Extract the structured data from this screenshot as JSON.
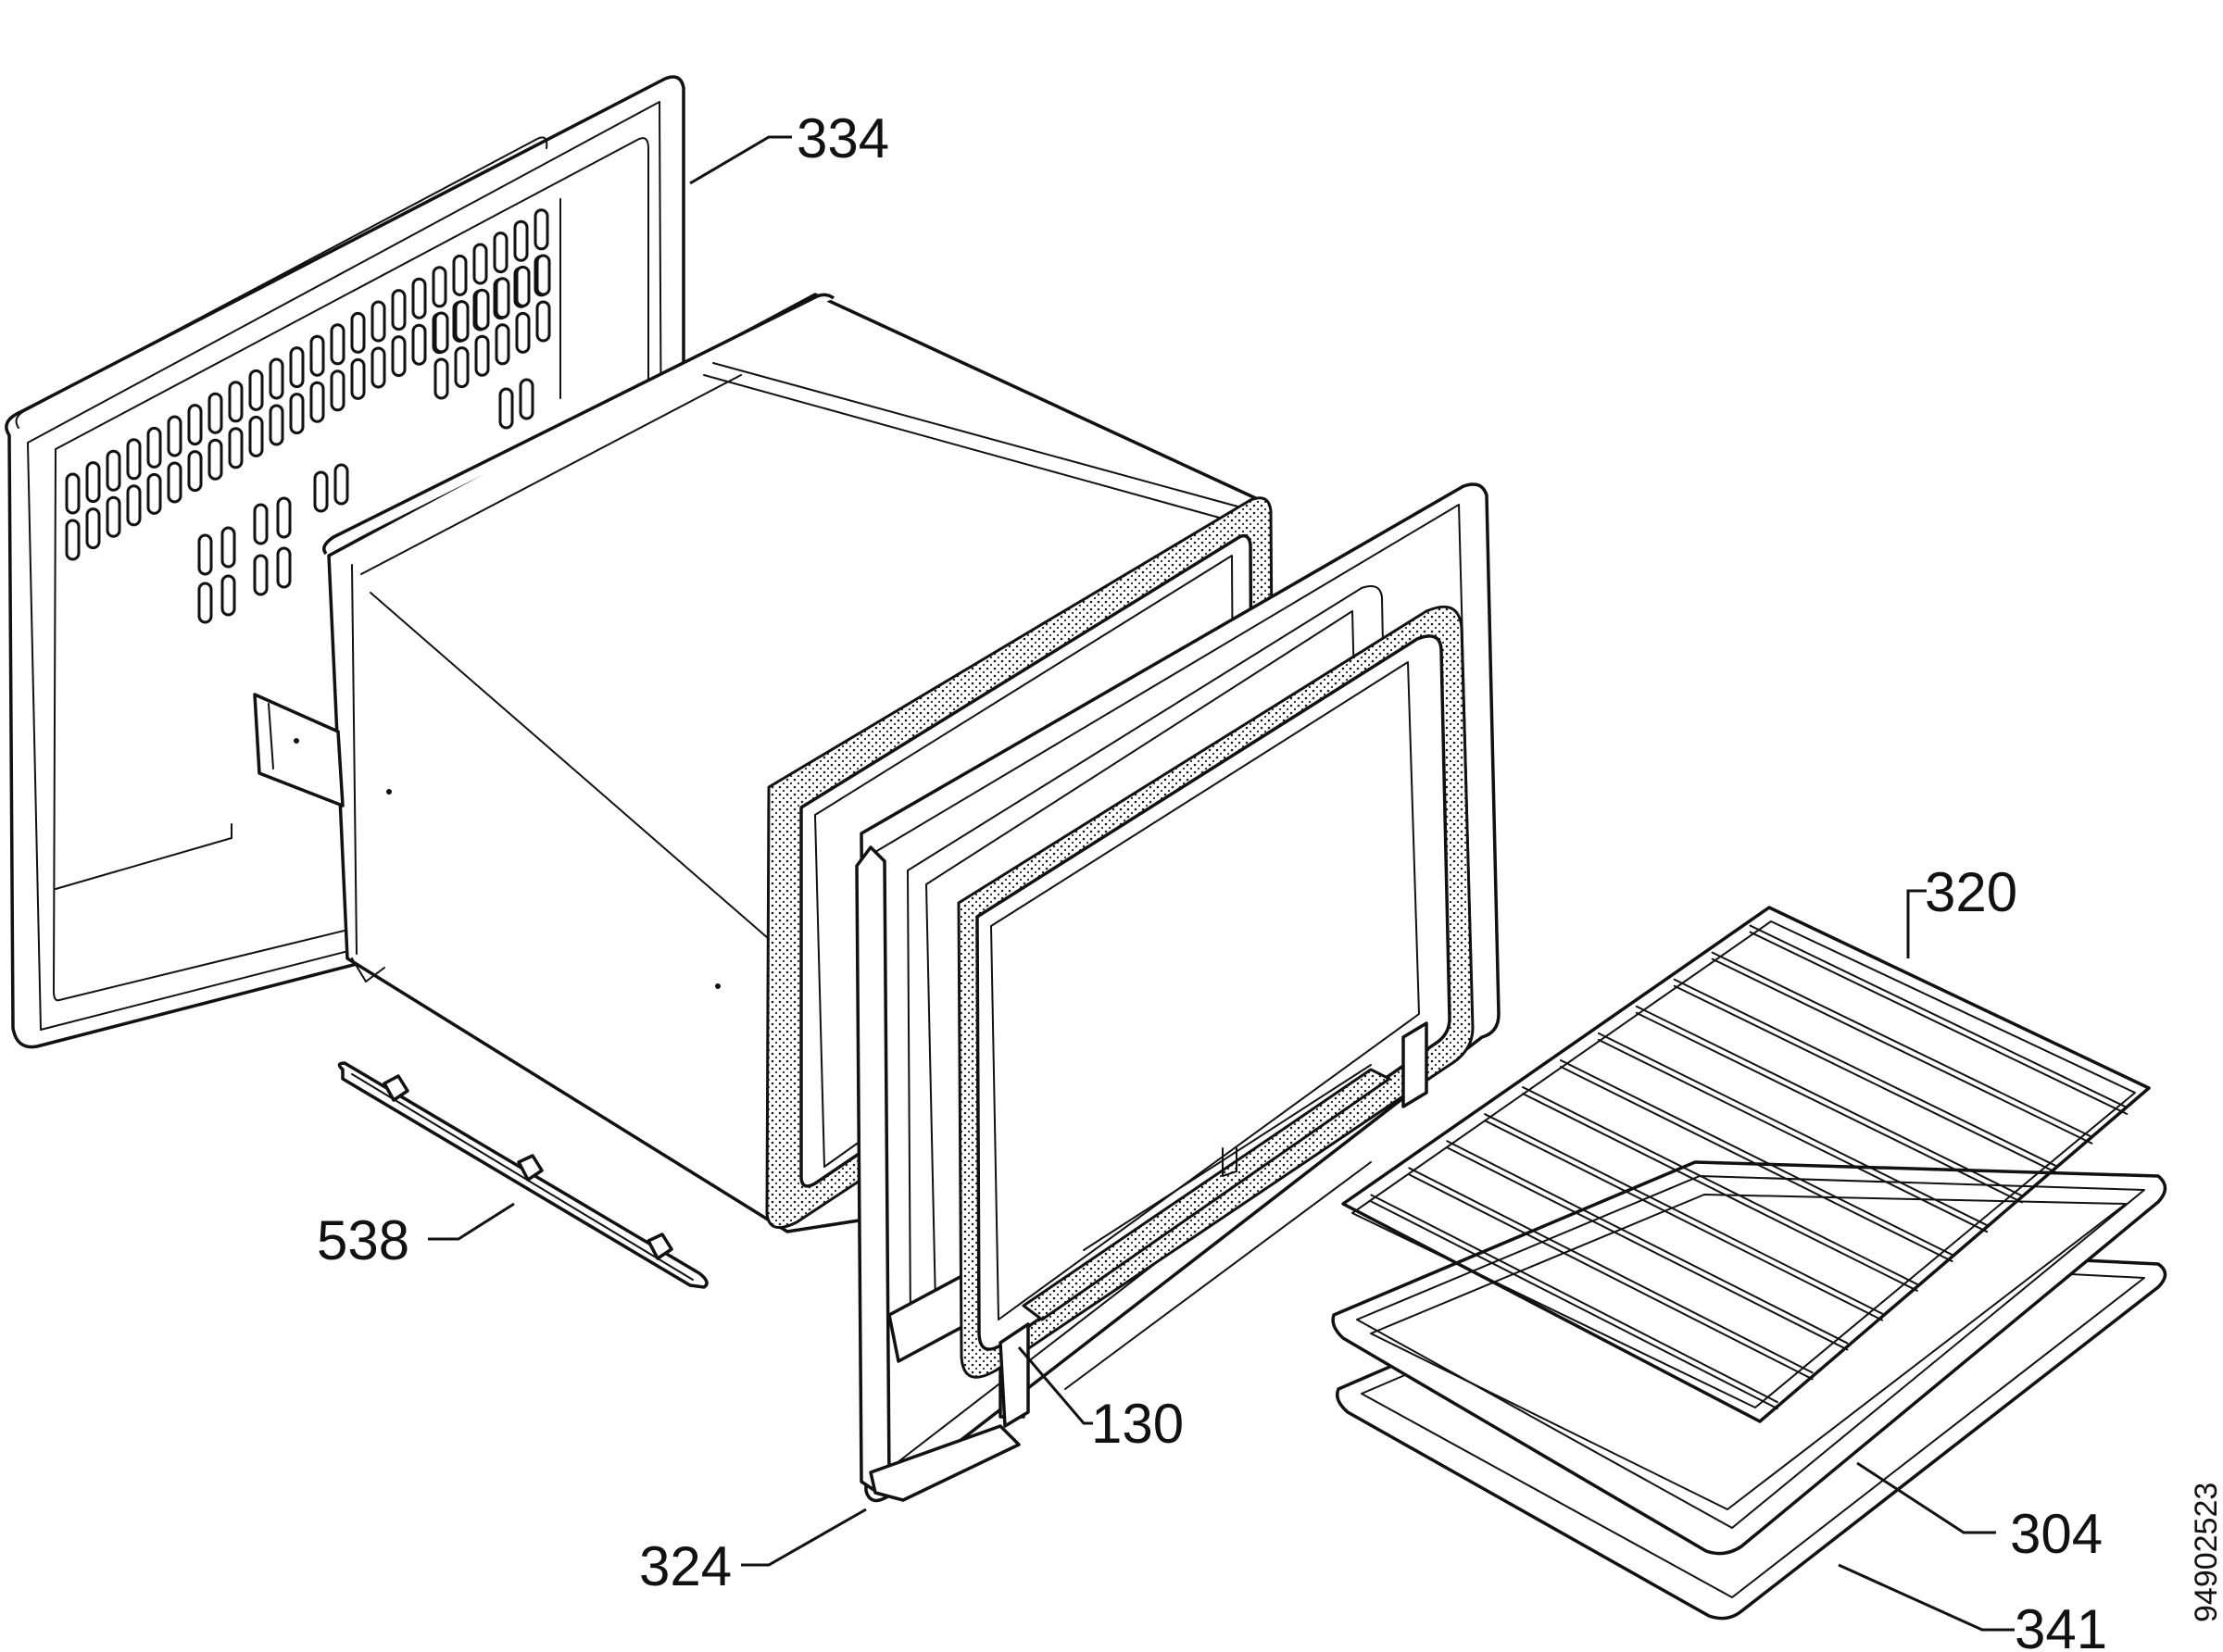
{
  "document_code": "94902523",
  "callouts": [
    {
      "id": "334",
      "text": "334"
    },
    {
      "id": "320",
      "text": "320"
    },
    {
      "id": "538",
      "text": "538"
    },
    {
      "id": "130",
      "text": "130"
    },
    {
      "id": "324",
      "text": "324"
    },
    {
      "id": "304",
      "text": "304"
    },
    {
      "id": "341",
      "text": "341"
    }
  ]
}
